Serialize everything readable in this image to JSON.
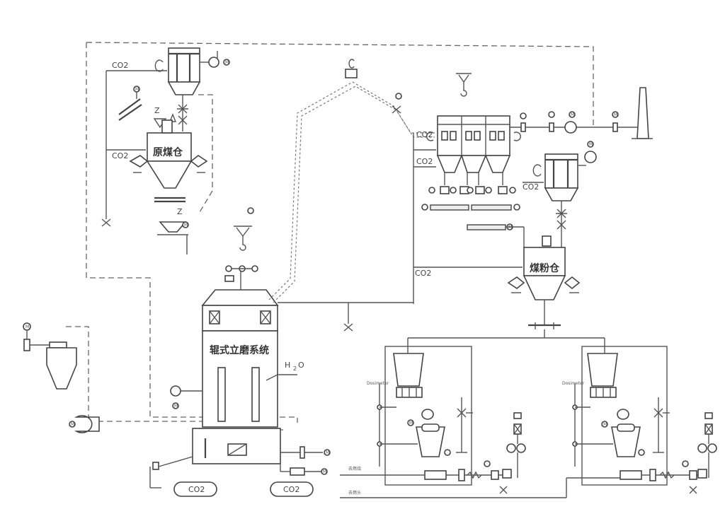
{
  "labels": {
    "raw_coal_bin": "原煤仓",
    "pulverized_coal_bin": "煤粉仓",
    "mill_system": "辊式立磨系统",
    "water_h": "H",
    "water_2": "2",
    "water_o": "O",
    "co2": "CO2",
    "motor": "M",
    "fan_label_1": "去燃烧",
    "fan_label_2": "去燃头",
    "feeder_tag_1": "Dosimeter",
    "feeder_tag_2": "Dosimeter"
  },
  "colors": {
    "line": "#555555",
    "background": "#ffffff"
  }
}
